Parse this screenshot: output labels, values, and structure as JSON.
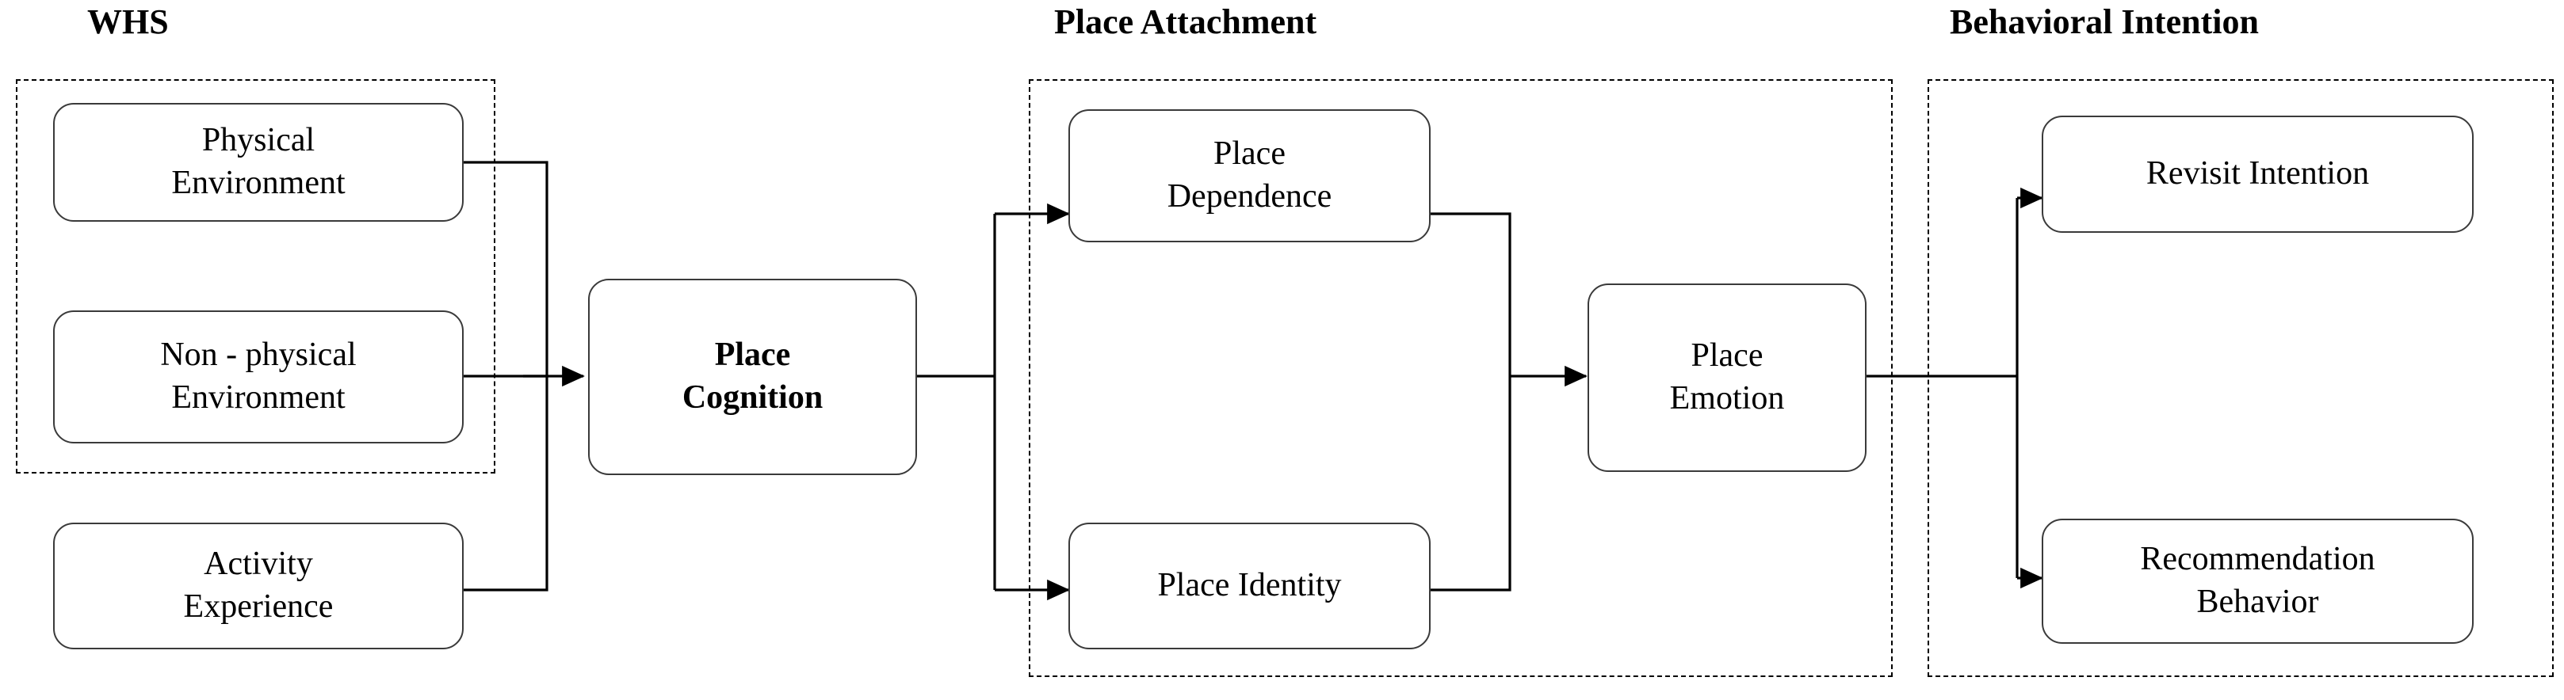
{
  "diagram": {
    "title_whs": "WHS",
    "title_place_attachment": "Place Attachment",
    "title_behavioral_intention": "Behavioral Intention",
    "line_color": "#000000",
    "box_border_color": "#3a3a3a",
    "background": "#ffffff"
  },
  "nodes": {
    "physical_environment": "Physical\nEnvironment",
    "physical_environment_line1": "Physical",
    "physical_environment_line2": "Environment",
    "nonphysical_environment_line1": "Non - physical",
    "nonphysical_environment_line2": "Environment",
    "activity_experience_line1": "Activity",
    "activity_experience_line2": "Experience",
    "place_cognition_line1": "Place",
    "place_cognition_line2": "Cognition",
    "place_dependence_line1": "Place",
    "place_dependence_line2": "Dependence",
    "place_identity": "Place Identity",
    "place_emotion_line1": "Place",
    "place_emotion_line2": "Emotion",
    "revisit_intention": "Revisit Intention",
    "recommendation_behavior_line1": "Recommendation",
    "recommendation_behavior_line2": "Behavior"
  },
  "flow": [
    {
      "from": "Physical Environment",
      "to": "Place Cognition"
    },
    {
      "from": "Non - physical Environment",
      "to": "Place Cognition"
    },
    {
      "from": "Activity Experience",
      "to": "Place Cognition"
    },
    {
      "from": "Place Cognition",
      "to": "Place Dependence"
    },
    {
      "from": "Place Cognition",
      "to": "Place Identity"
    },
    {
      "from": "Place Dependence",
      "to": "Place Emotion"
    },
    {
      "from": "Place Identity",
      "to": "Place Emotion"
    },
    {
      "from": "Place Emotion",
      "to": "Revisit Intention"
    },
    {
      "from": "Place Emotion",
      "to": "Recommendation Behavior"
    }
  ]
}
